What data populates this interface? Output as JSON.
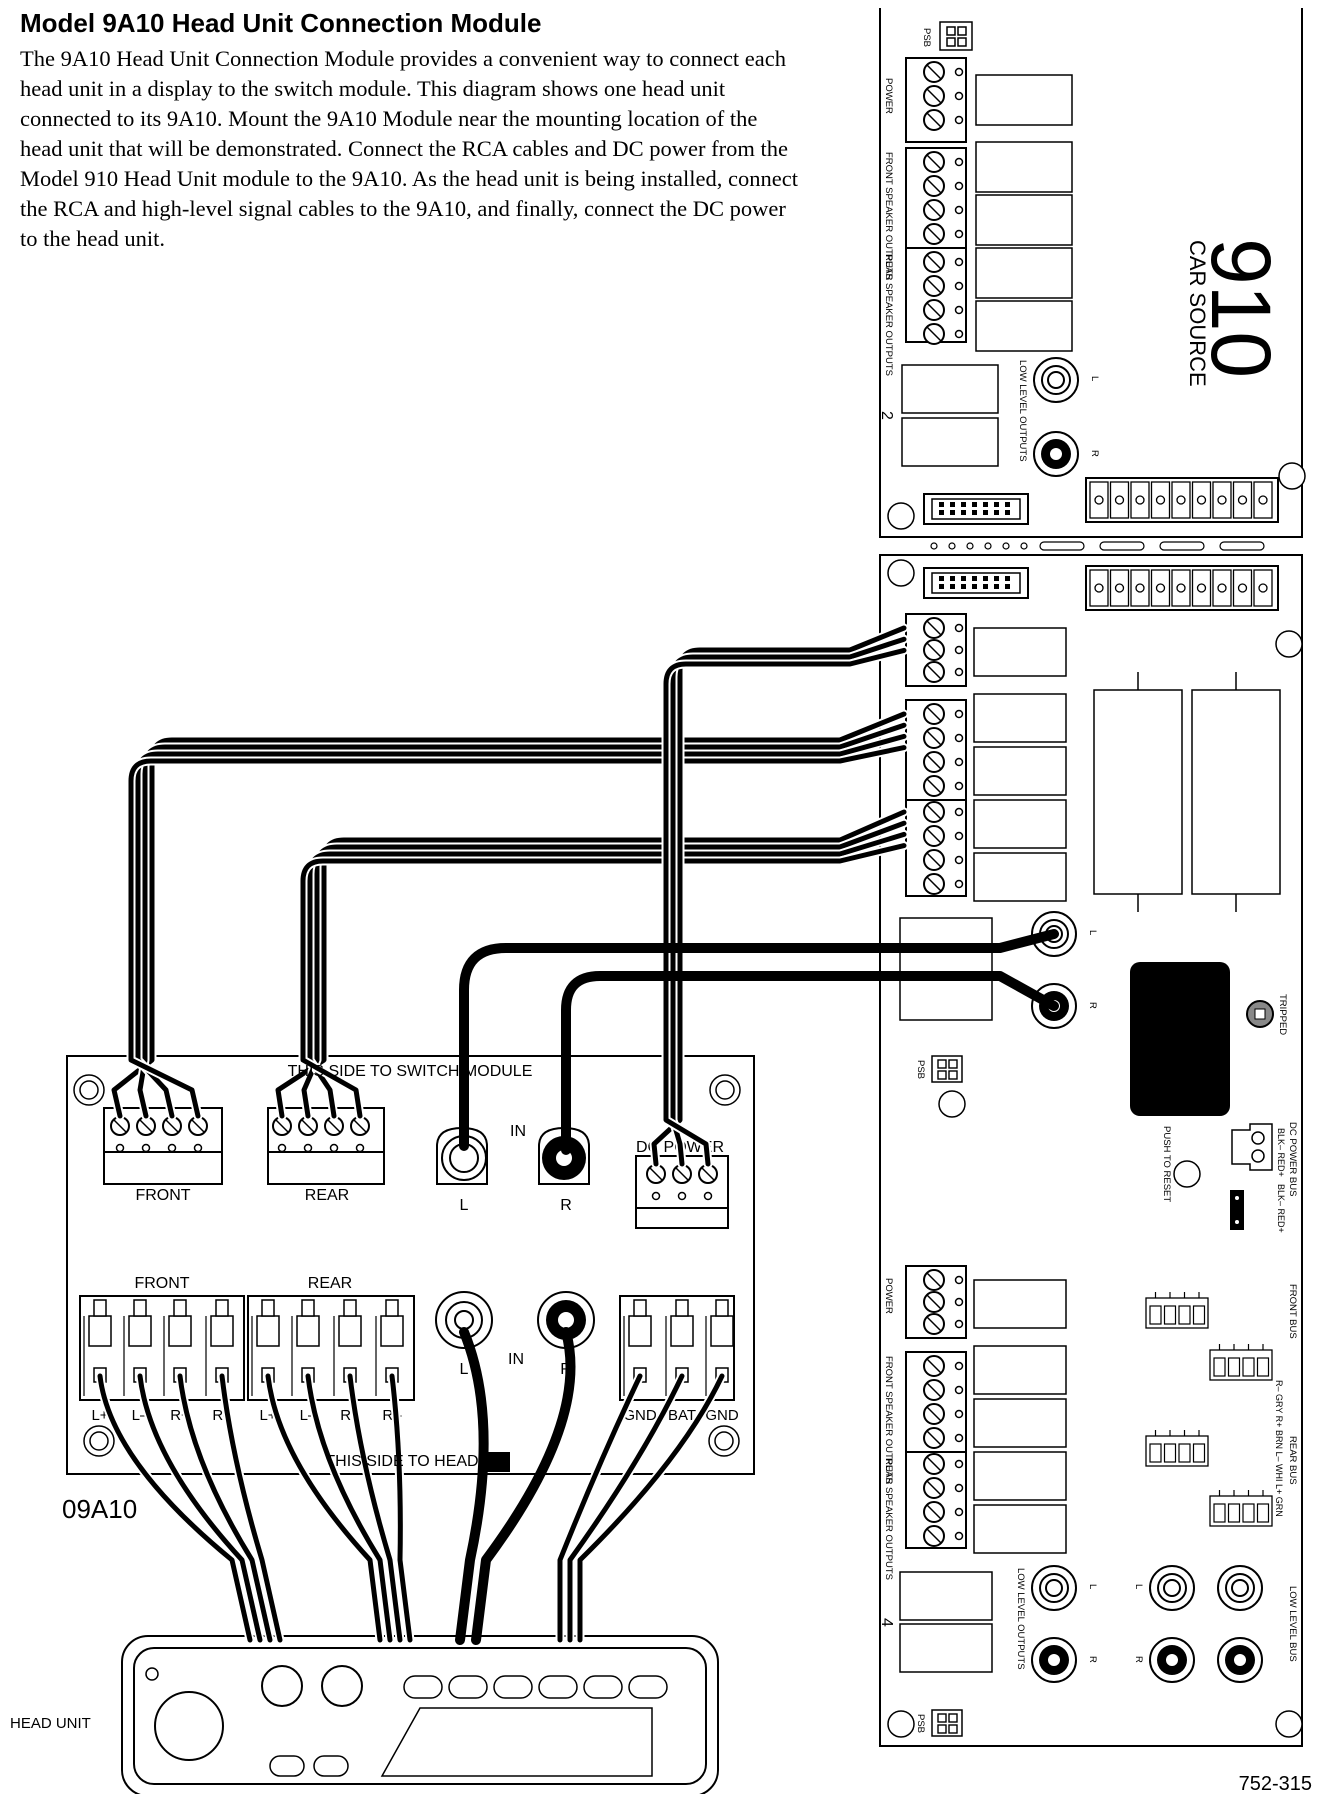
{
  "title": "Model 9A10 Head Unit Connection Module",
  "intro": "The 9A10 Head Unit Connection Module provides a convenient way to connect each head unit in a display to the switch module. This diagram shows one head unit connected to its 9A10.  Mount the 9A10 Module near the mounting location of the head unit that will be demonstrated.  Connect the RCA cables and DC power from the Model 910 Head Unit module to the 9A10.  As the head unit is being installed, connect the RCA and high-level signal cables to the 9A10, and finally, connect the DC power to the head unit.",
  "source_board": {
    "model_number": "910",
    "name": "CAR SOURCE",
    "psb": "PSB",
    "power": "POWER",
    "front_speaker_outputs": "FRONT SPEAKER OUTPUTS",
    "rear_speaker_outputs": "REAR SPEAKER OUTPUTS",
    "low_level_outputs": "LOW LEVEL OUTPUTS",
    "low_level_bus": "LOW LEVEL BUS",
    "left": "L",
    "right": "R",
    "slot_two": "2",
    "slot_four": "4",
    "tripped": "TRIPPED",
    "push_to_reset": "PUSH TO RESET",
    "dc_power_bus": "DC POWER BUS",
    "dc_power_bus_pins_a": "BLK– RED+",
    "dc_power_bus_pins_b": "BLK– RED+",
    "front_bus": "FRONT BUS",
    "rear_bus": "REAR BUS",
    "front_bus_pins": "R– GRY R+ BRN L– WHI L+ GRN"
  },
  "module": {
    "top_edge_label": "THIS SIDE TO SWITCH MODULE",
    "bottom_edge_label": "THIS SIDE TO HEAD",
    "front": "FRONT",
    "rear": "REAR",
    "in": "IN",
    "left": "L",
    "right": "R",
    "dc_power": "DC POWER",
    "pin_labels": [
      "L+",
      "L–",
      "R+",
      "R–",
      "L+",
      "L–",
      "R+",
      "R–"
    ],
    "power_pin_labels": [
      "GND",
      "BAT",
      "GND"
    ],
    "model_number": "09A10"
  },
  "head_unit": {
    "label": "HEAD UNIT"
  },
  "figure_number": "752-315"
}
